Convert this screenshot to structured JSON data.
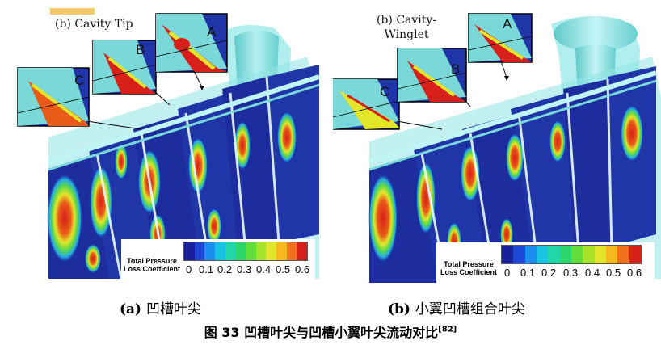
{
  "panel_a": {
    "title": "(b) Cavity Tip",
    "inset_labels": [
      "A",
      "B",
      "C"
    ],
    "legend": {
      "title_line1": "Total Pressure",
      "title_line2": "Loss Coefficient",
      "ticks": [
        "0",
        "0.1",
        "0.2",
        "0.3",
        "0.4",
        "0.5",
        "0.6"
      ]
    },
    "subcaption_prefix": "(a)",
    "subcaption_text": "凹槽叶尖"
  },
  "panel_b": {
    "title_line1": "(b) Cavity-",
    "title_line2": "Winglet",
    "inset_labels": [
      "A",
      "B",
      "C"
    ],
    "legend": {
      "title_line1": "Total Pressure",
      "title_line2": "Loss Coefficient",
      "ticks": [
        "0",
        "0.1",
        "0.2",
        "0.3",
        "0.4",
        "0.5",
        "0.6"
      ]
    },
    "subcaption_prefix": "(b)",
    "subcaption_text": "小翼凹槽组合叶尖"
  },
  "caption": {
    "text": "图 33 凹槽叶尖与凹槽小翼叶尖流动对比",
    "ref": "[82]"
  },
  "colors": {
    "colormap": [
      "#1a1f9c",
      "#1d47d6",
      "#1a8ff0",
      "#19c3e6",
      "#22d6a8",
      "#2bd66a",
      "#62dc3a",
      "#a6e32a",
      "#e3e52b",
      "#f5b91f",
      "#f0701c",
      "#d8201a"
    ],
    "blade_cyan": "#8fe4e4",
    "loss_red": "#d81e1e",
    "loss_blue": "#1e2d9e"
  }
}
